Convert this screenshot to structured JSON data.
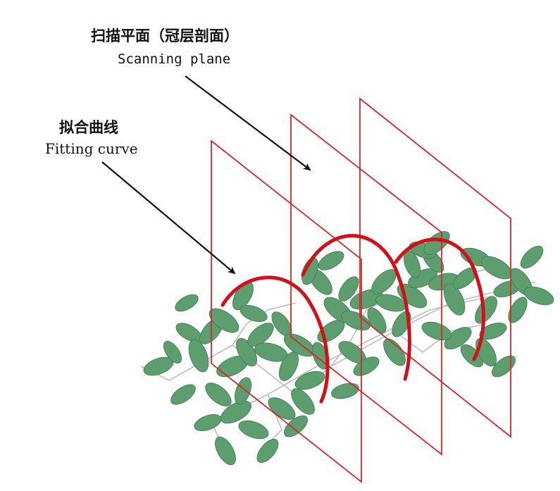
{
  "labels": {
    "scanning_plane_cn": "扫描平面（冠层剖面）",
    "scanning_plane_en": "Scanning plane",
    "fitting_curve_cn": "拟合曲线",
    "fitting_curve_en": "Fitting curve"
  },
  "colors": {
    "plane_stroke": "#d9262c",
    "curve_stroke": "#d50f18",
    "leaf_fill": "#5c9e6e",
    "leaf_stroke": "#3f7a52",
    "stem": "#b9b9b9",
    "arrow": "#111111"
  },
  "planes": 3,
  "fitting_curves": 3
}
